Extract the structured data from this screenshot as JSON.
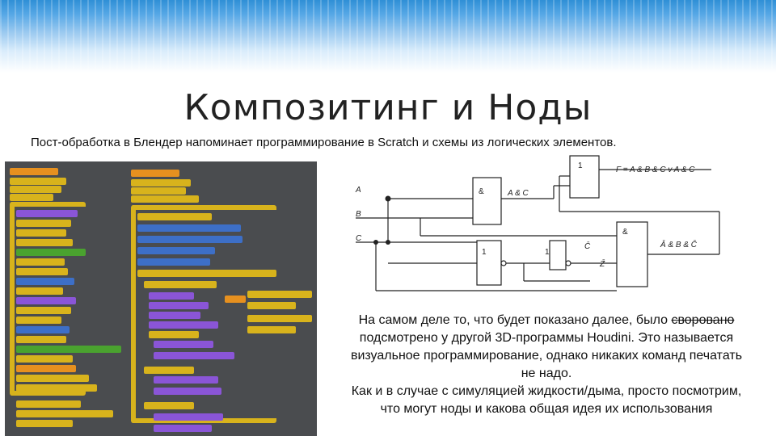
{
  "slide": {
    "title": "Композитинг и Ноды",
    "subtitle": "Пост-обработка в Блендер напоминает программирование в Scratch и схемы из логических элементов.",
    "body": {
      "line1": "На самом деле то, что будет показано далее, было ",
      "line1_struck": "своровано",
      "line2": "подсмотрено у другой 3D-программы Houdini. Это называется",
      "line3": "визуальное программирование, однако никаких команд печатать",
      "line4": "не надо.",
      "line5": "Как и в случае с симуляцией жидкости/дыма, просто посмотрим,",
      "line6": "что могут ноды и какова общая идея их использования"
    }
  },
  "logic_diagram": {
    "inputs": [
      "A",
      "B",
      "C"
    ],
    "gate_and1": "&",
    "gate_or": "1",
    "gate_not1": "1",
    "gate_not2": "1",
    "gate_and2": "&",
    "label_ac": "A & C",
    "label_f": "F = A & B & C v A & C",
    "label_not_c": "C̄",
    "label_not_z": "Z̄",
    "label_out2": "Ā & B & C̄"
  },
  "colors": {
    "header_band": "#2f8fd6",
    "scratch_bg": "#4a4c4f",
    "motion": "#3d6fc7",
    "control": "#d8b31c",
    "looks": "#8a55d7",
    "events": "#e6901f"
  }
}
